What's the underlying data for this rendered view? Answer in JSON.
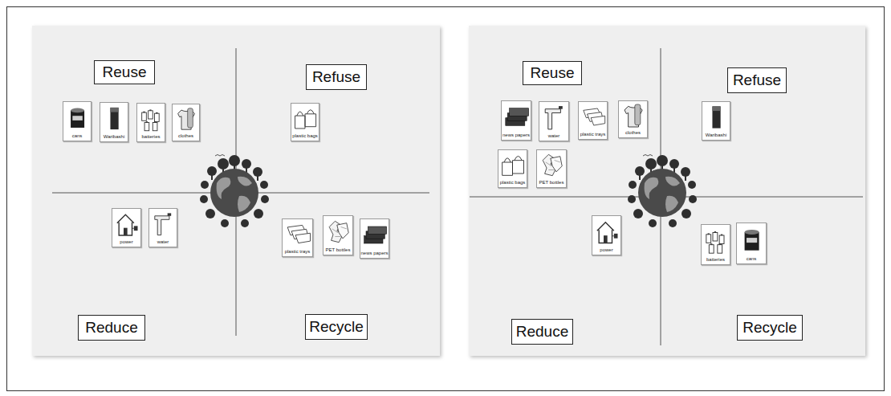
{
  "diagram": {
    "nodes": [
      {
        "text": [
          "Reuse"
        ]
      },
      {
        "text": [
          "cans"
        ]
      },
      {
        "text": [
          "Waribashi"
        ]
      },
      {
        "text": [
          "batteries"
        ]
      },
      {
        "text": [
          "clothes"
        ]
      },
      {
        "text": [
          "Refuse"
        ]
      },
      {
        "text": [
          "plastic bags"
        ]
      },
      {
        "text": [
          "Reduce"
        ]
      },
      {
        "text": [
          "power"
        ]
      },
      {
        "text": [
          "water"
        ]
      },
      {
        "text": [
          "Recycle"
        ]
      },
      {
        "text": [
          "plastic trays"
        ]
      },
      {
        "text": [
          "PET bottles"
        ]
      },
      {
        "text": [
          "news papers"
        ]
      },
      {
        "text": [
          "Reuse"
        ]
      },
      {
        "text": [
          "news papers"
        ]
      },
      {
        "text": [
          "water"
        ]
      },
      {
        "text": [
          "plastic trays"
        ]
      },
      {
        "text": [
          "clothes"
        ]
      },
      {
        "text": [
          "plastic bags"
        ]
      },
      {
        "text": [
          "PET bottles"
        ]
      },
      {
        "text": [
          "Refuse"
        ]
      },
      {
        "text": [
          "Waribashi"
        ]
      },
      {
        "text": [
          "Reduce"
        ]
      },
      {
        "text": [
          "power"
        ]
      },
      {
        "text": [
          "Recycle"
        ]
      },
      {
        "text": [
          "batteries"
        ]
      },
      {
        "text": [
          "cans"
        ]
      }
    ]
  }
}
